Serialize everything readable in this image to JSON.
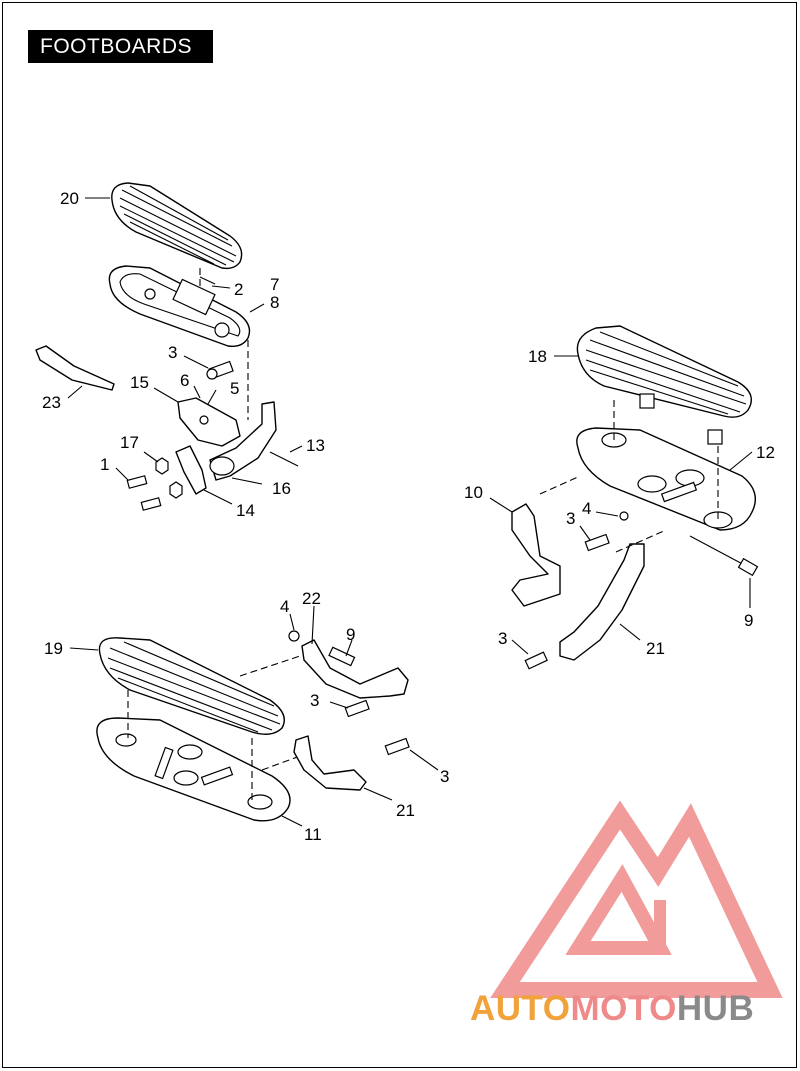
{
  "title": "FOOTBOARDS",
  "callouts": {
    "c20": "20",
    "c2": "2",
    "c7": "7",
    "c8": "8",
    "c3a": "3",
    "c23": "23",
    "c15": "15",
    "c6": "6",
    "c5": "5",
    "c17": "17",
    "c13": "13",
    "c1": "1",
    "c16": "16",
    "c14": "14",
    "c18": "18",
    "c12": "12",
    "c10": "10",
    "c4a": "4",
    "c3b": "3",
    "c9a": "9",
    "c3c": "3",
    "c21a": "21",
    "c4b": "4",
    "c22": "22",
    "c9b": "9",
    "c19": "19",
    "c3d": "3",
    "c3e": "3",
    "c21b": "21",
    "c11": "11"
  },
  "watermark": {
    "part1": "AUTO",
    "part2": "MOTO",
    "part3": "HUB",
    "color_orange": "#f2a23a",
    "color_red": "#ef8a8a",
    "color_grey": "#8a8a8a"
  }
}
